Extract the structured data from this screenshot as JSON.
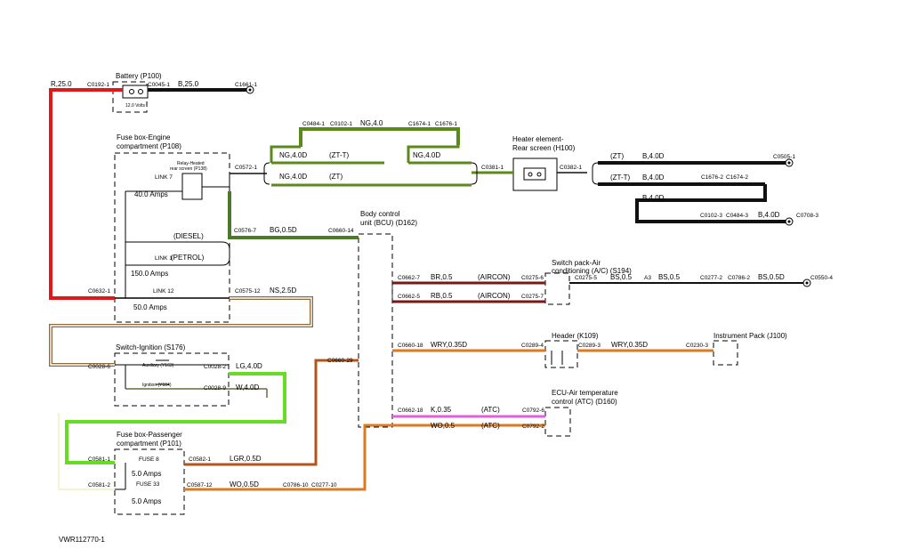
{
  "figure_id": "VWR112770-1",
  "wire_colors": {
    "red": "#e01818",
    "black": "#111111",
    "green": "#5c8a1a",
    "brown": "#8c6a3c",
    "dark_green": "#4a7a2a",
    "dark_red": "#7a1818",
    "orange": "#dd7a20",
    "magenta": "#e060e0",
    "bright_green": "#66dd22",
    "rust": "#b4541a",
    "dark_olive": "#6a6a3a"
  },
  "components": {
    "battery": {
      "title": "Battery (P100)",
      "voltage": "12.0 Volts"
    },
    "fusebox_engine": {
      "title1": "Fuse box-Engine",
      "title2": "compartment (P108)",
      "relay1": "Relay-Heated",
      "relay2": "rear screen (P138)",
      "link7": "LINK 7",
      "link7_amps": "40.0 Amps",
      "diesel": "(DIESEL)",
      "link1": "LINK 1",
      "petrol": "(PETROL)",
      "link1_amps": "150.0 Amps",
      "link12": "LINK 12",
      "link12_amps": "50.0 Amps"
    },
    "ignition": {
      "title": "Switch-Ignition (S176)",
      "aux": "Auxiliary (Y163)",
      "ign": "Ignition (Y104)"
    },
    "fusebox_pass": {
      "title1": "Fuse box-Passenger",
      "title2": "compartment (P101)",
      "fuse8": "FUSE 8",
      "fuse8_amps": "5.0 Amps",
      "fuse33": "FUSE 33",
      "fuse33_amps": "5.0 Amps"
    },
    "heater": {
      "title1": "Heater element-",
      "title2": "Rear screen (H100)"
    },
    "bcu": {
      "title1": "Body control",
      "title2": "unit (BCU) (D162)"
    },
    "switchpack": {
      "title1": "Switch pack-Air",
      "title2": "conditioning (A/C) (S194)"
    },
    "header": {
      "title": "Header (K109)"
    },
    "instrument": {
      "title": "Instrument Pack (J100)"
    },
    "ecu": {
      "title1": "ECU-Air temperature",
      "title2": "control (ATC) (D160)"
    }
  },
  "connectors": {
    "c0192_1": "C0192-1",
    "c0045_1": "C0045-1",
    "c1661_1": "C1661-1",
    "c0484_1": "C0484-1",
    "c0102_1": "C0102-1",
    "c1674_1": "C1674-1",
    "c1676_1": "C1676-1",
    "c0572_1": "C0572-1",
    "c0381_1": "C0381-1",
    "c0382_1": "C0382-1",
    "c0505_1": "C0505-1",
    "c1676_2": "C1676-2",
    "c1674_2": "C1674-2",
    "c0102_3": "C0102-3",
    "c0484_3": "C0484-3",
    "c0708_3": "C0708-3",
    "c0576_7": "C0576-7",
    "c0660_14": "C0660-14",
    "c0632_1": "C0632-1",
    "c0575_12": "C0575-12",
    "c0662_7": "C0662-7",
    "c0275_6": "C0275-6",
    "c0275_5": "C0275-5",
    "a3": "A3",
    "c0277_2": "C0277-2",
    "c0786_2": "C0786-2",
    "c0550_4": "C0550-4",
    "c0662_5": "C0662-5",
    "c0275_7": "C0275-7",
    "c0028_6": "C0028-6",
    "c0028_2": "C0028-2",
    "c0028_9": "C0028-9",
    "c0660_29": "C0660-29",
    "c0660_18": "C0660-18",
    "c0289_4": "C0289-4",
    "c0289_3": "C0289-3",
    "c0230_3": "C0230-3",
    "c0662_18": "C0662-18",
    "c0792_6": "C0792-6",
    "c0792_2": "C0792-2",
    "c0581_1": "C0581-1",
    "c0582_1": "C0582-1",
    "c0581_2": "C0581-2",
    "c0587_12": "C0587-12",
    "c0786_10": "C0786-10",
    "c0277_10": "C0277-10"
  },
  "wires": {
    "r25": "R,25.0",
    "b25": "B,25.0",
    "ng40": "NG,4.0",
    "ng40d": "NG,4.0D",
    "ng40d_b": "NG,4.0D",
    "ng40d_c": "NG,4.0D",
    "zt_t": "(ZT-T)",
    "zt": "(ZT)",
    "r_zt": "(ZT)",
    "r_b40d": "B,4.0D",
    "r_zt_t": "(ZT-T)",
    "r_b40d_b": "B,4.0D",
    "r_b40d_c": "B,4.0D",
    "r_b40d_d": "B,4.0D",
    "bg05d": "BG,0.5D",
    "ns25d": "NS,2.5D",
    "br05": "BR,0.5",
    "aircon1": "(AIRCON)",
    "bs05": "BS,0.5",
    "bs05_b": "BS,0.5",
    "bs05d": "BS,0.5D",
    "rb05": "RB,0.5",
    "aircon2": "(AIRCON)",
    "lg40d": "LG,4.0D",
    "w40d": "W,4.0D",
    "wry035d": "WRY,0.35D",
    "wry035d_b": "WRY,0.35D",
    "k035": "K,0.35",
    "atc1": "(ATC)",
    "wo05": "WO,0.5",
    "atc2": "(ATC)",
    "lgr05d": "LGR,0.5D",
    "wo05d": "WO,0.5D"
  }
}
